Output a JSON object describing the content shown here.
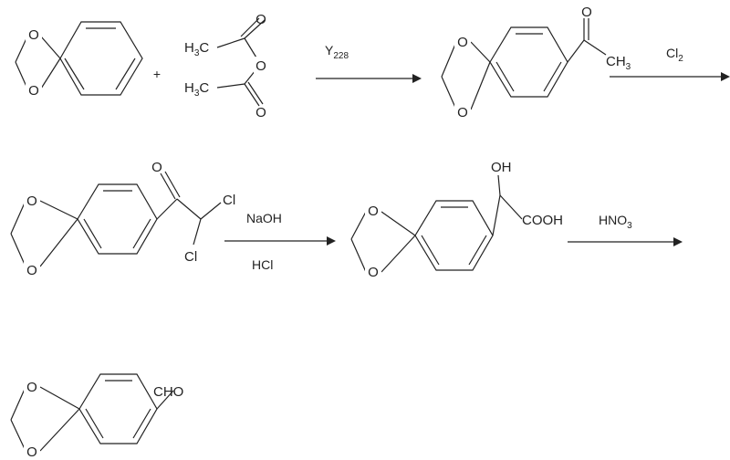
{
  "plus": "+",
  "reagents": {
    "step1": {
      "main": "Y",
      "sub": "228"
    },
    "step2": {
      "main": "Cl",
      "sub": "2"
    },
    "step3_top": "NaOH",
    "step3_bottom": "HCl",
    "step4": {
      "main": "HNO",
      "sub": "3"
    }
  },
  "atoms": {
    "oxygen": "O",
    "h3c_main": "H",
    "h3c_sub": "3",
    "h3c_tail": "C",
    "ch3_main": "CH",
    "ch3_sub": "3",
    "cl": "Cl",
    "oh": "OH",
    "cooh": "COOH",
    "cho": "CHO"
  }
}
